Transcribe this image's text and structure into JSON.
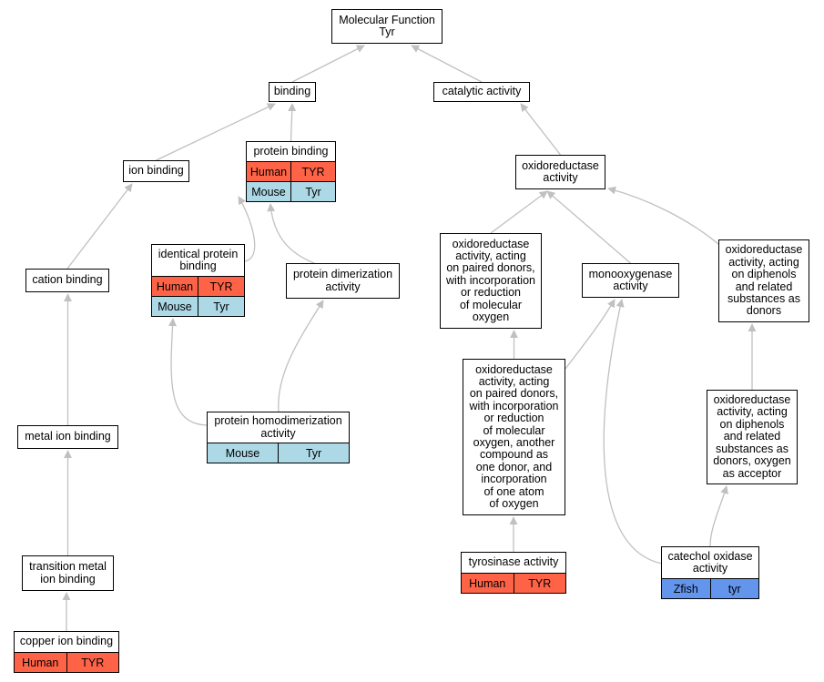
{
  "colors": {
    "human": "#ff6347",
    "mouse": "#add8e6",
    "zfish": "#6495ed",
    "edge": "#c0c0c0"
  },
  "nodes": [
    {
      "id": "mf",
      "label": "Molecular Function\nTyr",
      "ann": []
    },
    {
      "id": "binding",
      "label": "binding",
      "ann": []
    },
    {
      "id": "catalytic",
      "label": "catalytic activity",
      "ann": []
    },
    {
      "id": "ion",
      "label": "ion binding",
      "ann": []
    },
    {
      "id": "protein",
      "label": "protein binding",
      "ann": [
        [
          "Human",
          "TYR"
        ],
        [
          "Mouse",
          "Tyr"
        ]
      ]
    },
    {
      "id": "oxido",
      "label": "oxidoreductase\nactivity",
      "ann": []
    },
    {
      "id": "cation",
      "label": "cation binding",
      "ann": []
    },
    {
      "id": "identical",
      "label": "identical protein\nbinding",
      "ann": [
        [
          "Human",
          "TYR"
        ],
        [
          "Mouse",
          "Tyr"
        ]
      ]
    },
    {
      "id": "dimer",
      "label": "protein dimerization\nactivity",
      "ann": []
    },
    {
      "id": "paired",
      "label": "oxidoreductase\nactivity, acting\non paired donors,\nwith incorporation\nor reduction\nof molecular\noxygen",
      "ann": []
    },
    {
      "id": "mono",
      "label": "monooxygenase\nactivity",
      "ann": []
    },
    {
      "id": "diphenols",
      "label": "oxidoreductase\nactivity, acting\non diphenols\nand related\nsubstances as\ndonors",
      "ann": []
    },
    {
      "id": "pairedone",
      "label": "oxidoreductase\nactivity, acting\non paired donors,\nwith incorporation\nor reduction\nof molecular\noxygen, another\ncompound as\none donor, and\nincorporation\nof one atom\nof oxygen",
      "ann": []
    },
    {
      "id": "diphenolsox",
      "label": "oxidoreductase\nactivity, acting\non diphenols\nand related\nsubstances as\ndonors, oxygen\nas acceptor",
      "ann": []
    },
    {
      "id": "metal",
      "label": "metal ion binding",
      "ann": []
    },
    {
      "id": "homodimer",
      "label": "protein homodimerization\nactivity",
      "ann": [
        [
          "Mouse",
          "Tyr"
        ]
      ]
    },
    {
      "id": "tyrosinase",
      "label": "tyrosinase activity",
      "ann": [
        [
          "Human",
          "TYR"
        ]
      ]
    },
    {
      "id": "catechol",
      "label": "catechol oxidase\nactivity",
      "ann": [
        [
          "Zfish",
          "tyr"
        ]
      ]
    },
    {
      "id": "transition",
      "label": "transition metal\nion binding",
      "ann": []
    },
    {
      "id": "copper",
      "label": "copper ion binding",
      "ann": [
        [
          "Human",
          "TYR"
        ]
      ]
    }
  ],
  "edges": [
    [
      "binding",
      "mf"
    ],
    [
      "catalytic",
      "mf"
    ],
    [
      "ion",
      "binding"
    ],
    [
      "protein",
      "binding"
    ],
    [
      "oxido",
      "catalytic"
    ],
    [
      "cation",
      "ion"
    ],
    [
      "identical",
      "protein"
    ],
    [
      "dimer",
      "protein"
    ],
    [
      "paired",
      "oxido"
    ],
    [
      "mono",
      "oxido"
    ],
    [
      "diphenols",
      "oxido"
    ],
    [
      "pairedone",
      "paired"
    ],
    [
      "pairedone",
      "mono"
    ],
    [
      "diphenolsox",
      "diphenols"
    ],
    [
      "metal",
      "cation"
    ],
    [
      "homodimer",
      "identical"
    ],
    [
      "homodimer",
      "dimer"
    ],
    [
      "tyrosinase",
      "pairedone"
    ],
    [
      "catechol",
      "mono"
    ],
    [
      "catechol",
      "diphenolsox"
    ],
    [
      "transition",
      "metal"
    ],
    [
      "copper",
      "transition"
    ]
  ]
}
